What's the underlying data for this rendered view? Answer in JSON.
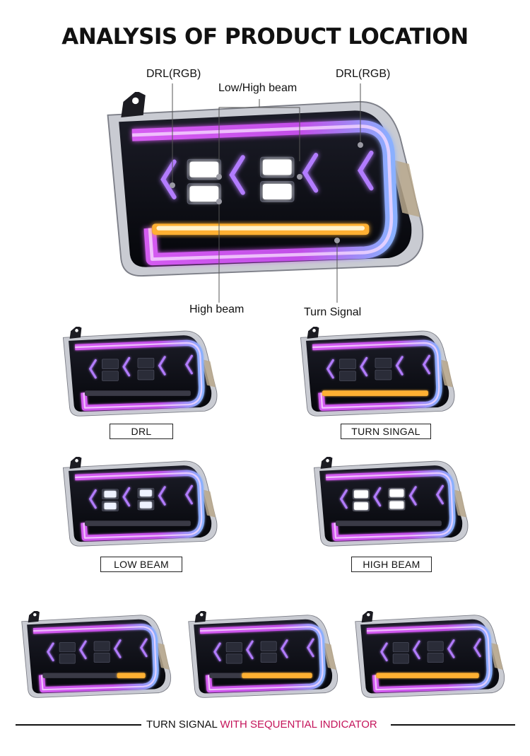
{
  "title": "ANALYSIS OF PRODUCT LOCATION",
  "callouts": {
    "drl_left": "DRL(RGB)",
    "drl_right": "DRL(RGB)",
    "low_high_beam": "Low/High beam",
    "high_beam": "High beam",
    "turn_signal": "Turn Signal"
  },
  "modes": {
    "drl": "DRL",
    "turn_singal": "TURN SINGAL",
    "low_beam": "LOW BEAM",
    "high_beam": "HIGH BEAM"
  },
  "footer": {
    "part1": "TURN SIGNAL ",
    "part2": "WITH SEQUENTIAL INDICATOR"
  },
  "colors": {
    "drl_purple": "#c64cf0",
    "drl_blue": "#7aa8ff",
    "amber": "#ffb030",
    "housing": "#15151c",
    "accent_text": "#c4145a"
  }
}
